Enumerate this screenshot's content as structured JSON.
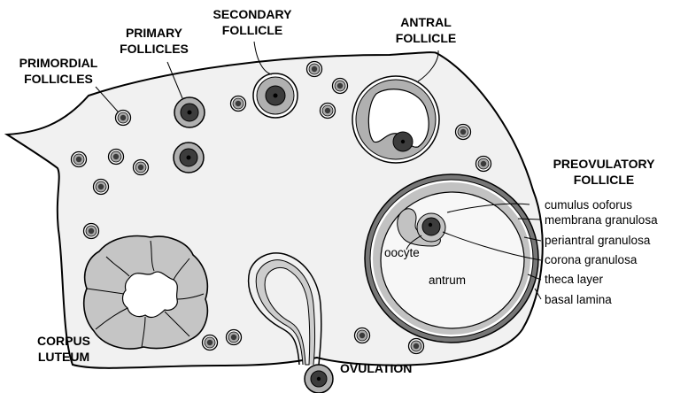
{
  "labels": {
    "primordial_follicles": [
      "PRIMORDIAL",
      "FOLLICLES"
    ],
    "primary_follicles": [
      "PRIMARY",
      "FOLLICLES"
    ],
    "secondary_follicle": [
      "SECONDARY",
      "FOLLICLE"
    ],
    "antral_follicle": [
      "ANTRAL",
      "FOLLICLE"
    ],
    "preovulatory_follicle": [
      "PREOVULATORY",
      "FOLLICLE"
    ],
    "corpus_luteum": [
      "CORPUS",
      "LUTEUM"
    ],
    "ovulation": "OVULATION",
    "oocyte": "oocyte",
    "antrum": "antrum"
  },
  "structures": [
    "cumulus ooforus",
    "membrana granulosa",
    "periantral granulosa",
    "corona granulosa",
    "theca layer",
    "basal lamina"
  ]
}
